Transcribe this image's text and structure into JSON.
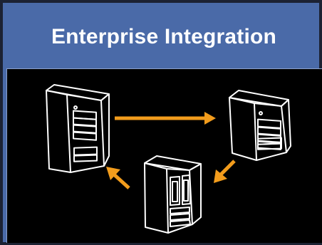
{
  "slide": {
    "title": "Enterprise Integration"
  },
  "diagram": {
    "nodes": [
      {
        "id": "server-left",
        "icon": "tower-server-icon"
      },
      {
        "id": "server-right",
        "icon": "tower-server-icon"
      },
      {
        "id": "server-bottom",
        "icon": "cabinet-server-icon"
      }
    ],
    "edges": [
      {
        "from": "server-left",
        "to": "server-right"
      },
      {
        "from": "server-right",
        "to": "server-bottom"
      },
      {
        "from": "server-bottom",
        "to": "server-left"
      }
    ],
    "arrow_color": "#f29c1c",
    "background_color": "#000000",
    "title_bar_color": "#4a6aa8"
  }
}
